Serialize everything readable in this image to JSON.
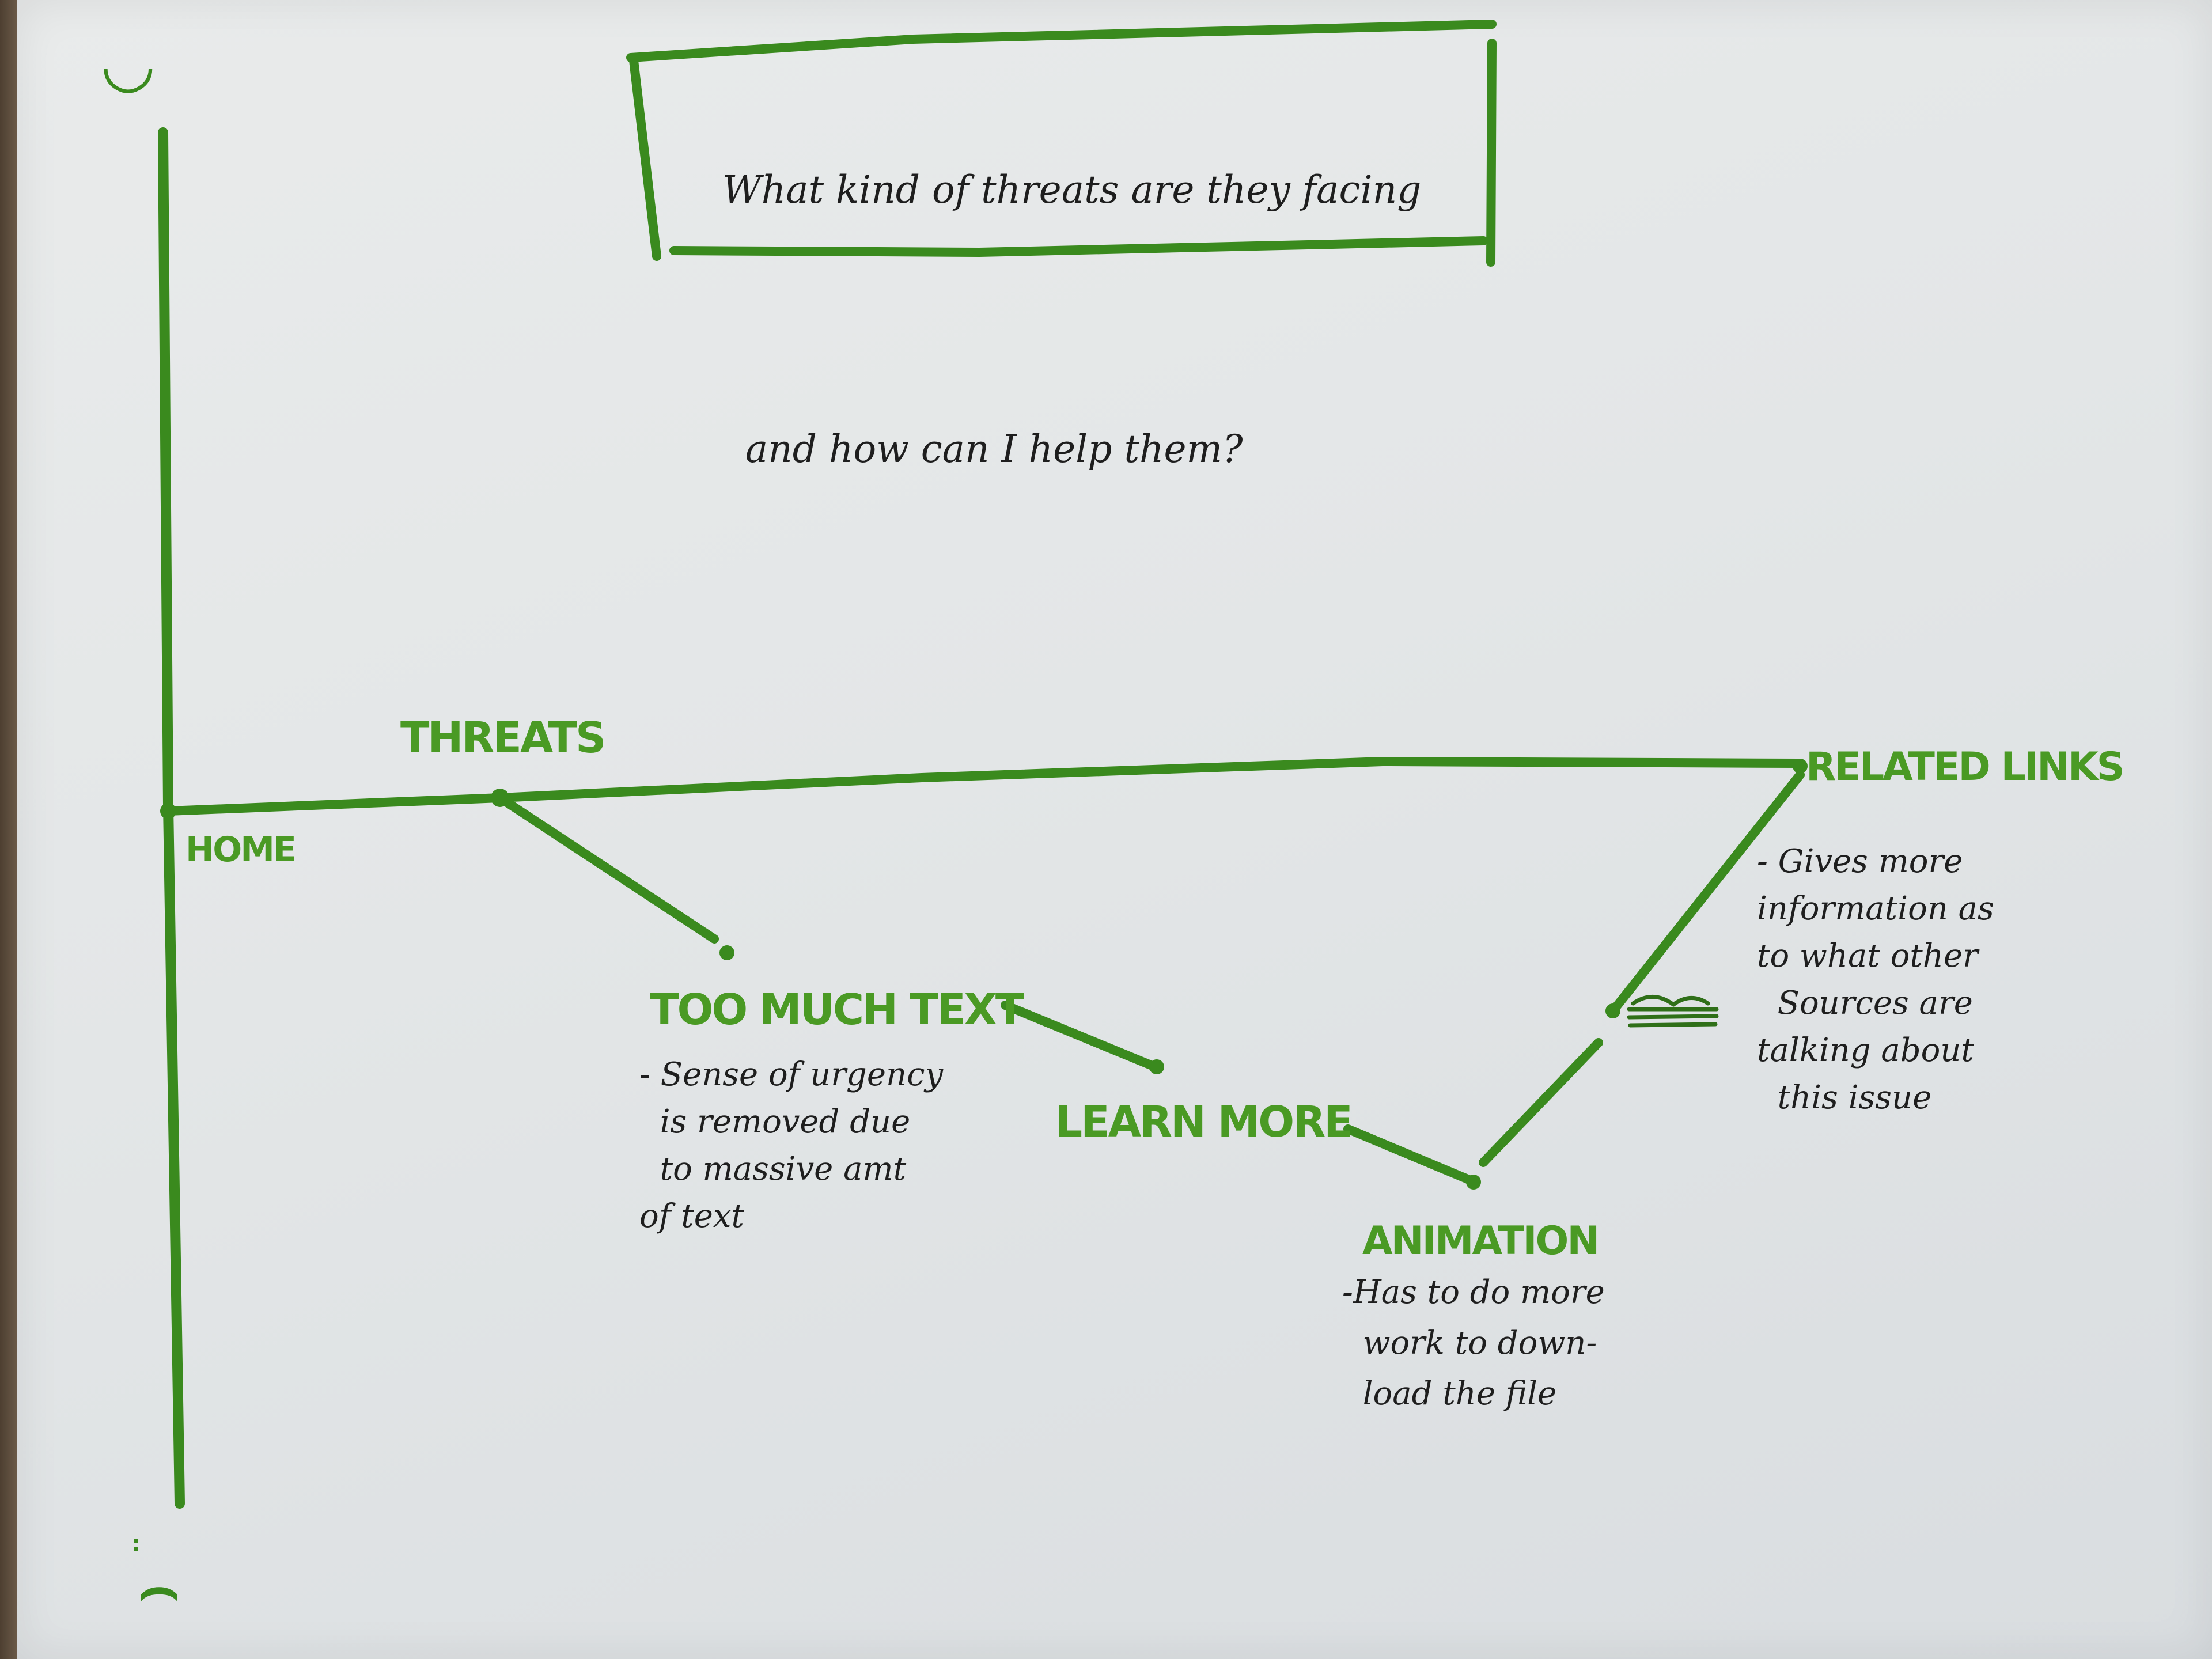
{
  "question": {
    "line1": "What kind of threats are they facing",
    "line2": "and how can I help them?"
  },
  "faces": {
    "top": "◡",
    "bottom": "⌢"
  },
  "nodes": {
    "home": "HOME",
    "threats": "THREATS",
    "too_much_text": "TOO MUCH TEXT",
    "learn_more": "LEARN MORE",
    "animation": "ANIMATION",
    "related_links": "RELATED LINKS"
  },
  "notes": {
    "too_much_text": "- Sense of urgency\n  is removed due\n  to massive amt\nof text",
    "animation": "-Has to do more\n  work to down-\n  load the file",
    "related_links": "- Gives more\ninformation as\nto what other\n  Sources are\ntalking about\n  this issue"
  },
  "colors": {
    "ink_green": "#3a8a1e",
    "label_green": "#4a9a24",
    "pen_black": "#1e1e1e",
    "paper": "#e5e8e9"
  }
}
